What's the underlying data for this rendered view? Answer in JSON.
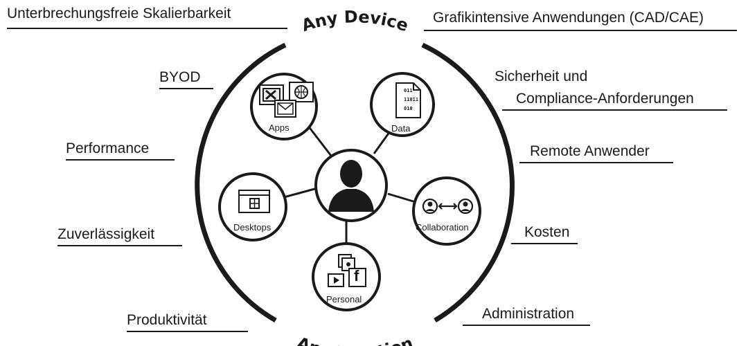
{
  "arc_text": {
    "top": "Any Device",
    "bottom": "Any Location"
  },
  "labels": {
    "left": [
      "Unterbrechungsfreie Skalierbarkeit",
      "BYOD",
      "Performance",
      "Zuverlässigkeit",
      "Produktivität"
    ],
    "right": [
      "Grafikintensive Anwendungen (CAD/CAE)",
      "Sicherheit und",
      "Compliance-Anforderungen",
      "Remote Anwender",
      "Kosten",
      "Administration"
    ]
  },
  "nodes": {
    "apps": "Apps",
    "data": "Data",
    "desktops": "Desktops",
    "collaboration": "Collaboration",
    "personal": "Personal"
  },
  "icon_glyphs": {
    "data_bits": [
      "011",
      "11011",
      "010"
    ],
    "facebook": "f"
  }
}
